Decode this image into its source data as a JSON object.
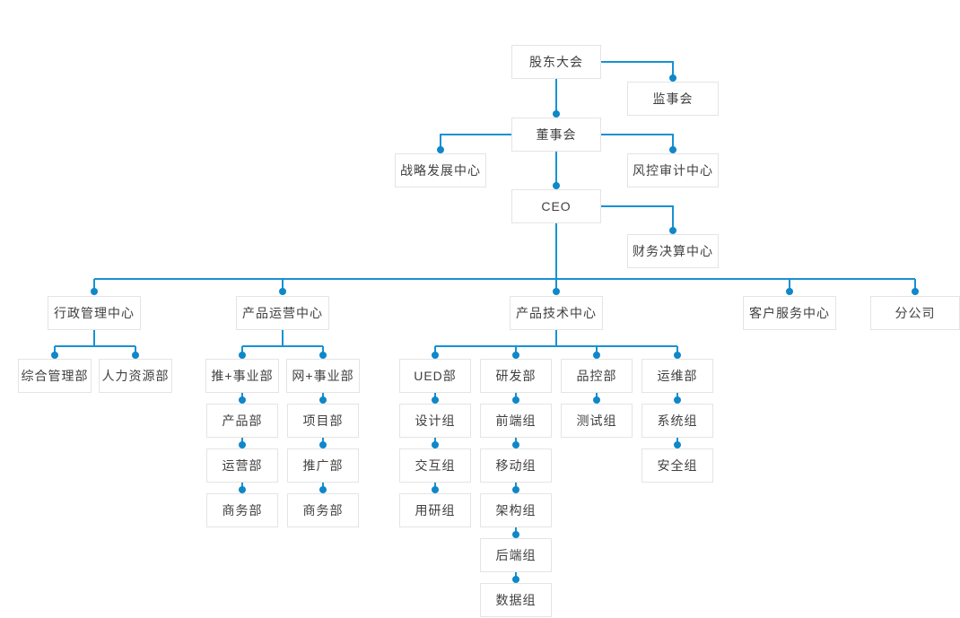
{
  "colors": {
    "line": "#1791d3",
    "dot": "#0f87c9",
    "box_border": "#e4e4e4",
    "box_background": "#ffffff",
    "text": "#404040",
    "page_background": "#ffffff"
  },
  "org": {
    "shareholders": {
      "label": "股东大会"
    },
    "supervisory_board": {
      "label": "监事会"
    },
    "board_of_directors": {
      "label": "董事会"
    },
    "strategy_center": {
      "label": "战略发展中心"
    },
    "risk_audit_center": {
      "label": "风控审计中心"
    },
    "ceo": {
      "label": "CEO"
    },
    "finance_center": {
      "label": "财务决算中心"
    },
    "admin_center": {
      "label": "行政管理中心"
    },
    "product_ops_center": {
      "label": "产品运营中心"
    },
    "product_tech_center": {
      "label": "产品技术中心"
    },
    "customer_service_center": {
      "label": "客户服务中心"
    },
    "branch_company": {
      "label": "分公司"
    },
    "general_admin_dept": {
      "label": "综合管理部"
    },
    "hr_dept": {
      "label": "人力资源部"
    },
    "tui_business_unit": {
      "label": "推+事业部"
    },
    "wang_business_unit": {
      "label": "网+事业部"
    },
    "ued_dept": {
      "label": "UED部"
    },
    "rd_dept": {
      "label": "研发部"
    },
    "qc_dept": {
      "label": "品控部"
    },
    "ops_dept": {
      "label": "运维部"
    },
    "product_dept": {
      "label": "产品部"
    },
    "project_dept": {
      "label": "项目部"
    },
    "design_team": {
      "label": "设计组"
    },
    "frontend_team": {
      "label": "前端组"
    },
    "testing_team": {
      "label": "测试组"
    },
    "system_team": {
      "label": "系统组"
    },
    "operation_dept": {
      "label": "运营部"
    },
    "promotion_dept": {
      "label": "推广部"
    },
    "interaction_team": {
      "label": "交互组"
    },
    "mobile_team": {
      "label": "移动组"
    },
    "security_team": {
      "label": "安全组"
    },
    "business_dept_tui": {
      "label": "商务部"
    },
    "business_dept_wang": {
      "label": "商务部"
    },
    "user_research_team": {
      "label": "用研组"
    },
    "architecture_team": {
      "label": "架构组"
    },
    "backend_team": {
      "label": "后端组"
    },
    "data_team": {
      "label": "数据组"
    }
  },
  "structure": {
    "股东大会": [
      "监事会",
      "董事会"
    ],
    "董事会": [
      "战略发展中心",
      "风控审计中心",
      "CEO"
    ],
    "CEO": [
      "财务决算中心",
      "行政管理中心",
      "产品运营中心",
      "产品技术中心",
      "客户服务中心",
      "分公司"
    ],
    "行政管理中心": [
      "综合管理部",
      "人力资源部"
    ],
    "产品运营中心": [
      "推+事业部",
      "网+事业部"
    ],
    "推+事业部": [
      "产品部",
      "运营部",
      "商务部"
    ],
    "网+事业部": [
      "项目部",
      "推广部",
      "商务部"
    ],
    "产品技术中心": [
      "UED部",
      "研发部",
      "品控部",
      "运维部"
    ],
    "UED部": [
      "设计组",
      "交互组",
      "用研组"
    ],
    "研发部": [
      "前端组",
      "移动组",
      "架构组",
      "后端组",
      "数据组"
    ],
    "品控部": [
      "测试组"
    ],
    "运维部": [
      "系统组",
      "安全组"
    ]
  }
}
